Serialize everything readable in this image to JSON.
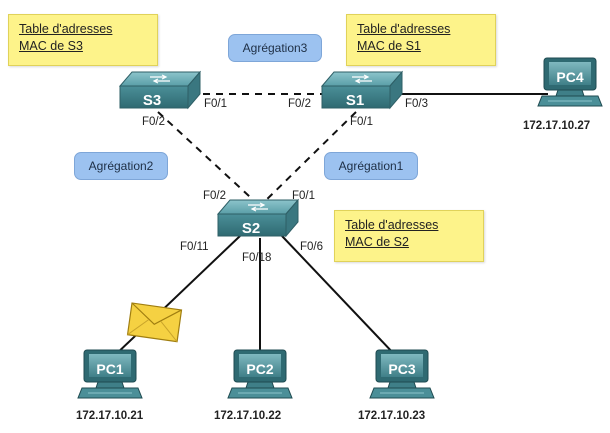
{
  "notes": {
    "s3": [
      "Table d'adresses",
      "MAC de S3"
    ],
    "s1": [
      "Table d'adresses",
      "MAC de S1"
    ],
    "s2": [
      "Table d'adresses",
      "MAC de S2"
    ]
  },
  "aggregations": {
    "agg1": "Agrégation1",
    "agg2": "Agrégation2",
    "agg3": "Agrégation3"
  },
  "switches": {
    "s1": "S1",
    "s2": "S2",
    "s3": "S3"
  },
  "ports": {
    "s3_f01": "F0/1",
    "s3_f02": "F0/2",
    "s1_f02": "F0/2",
    "s1_f01": "F0/1",
    "s1_f03": "F0/3",
    "s2_f02": "F0/2",
    "s2_f01": "F0/1",
    "s2_f011": "F0/11",
    "s2_f018": "F0/18",
    "s2_f06": "F0/6"
  },
  "pcs": {
    "pc1": {
      "label": "PC1",
      "ip": "172.17.10.21"
    },
    "pc2": {
      "label": "PC2",
      "ip": "172.17.10.22"
    },
    "pc3": {
      "label": "PC3",
      "ip": "172.17.10.23"
    },
    "pc4": {
      "label": "PC4",
      "ip": "172.17.10.27"
    }
  },
  "colors": {
    "switch": "#4b8f98",
    "note": "#fdf38a",
    "pill": "#9cc2f0",
    "envelope": "#f5d142"
  }
}
